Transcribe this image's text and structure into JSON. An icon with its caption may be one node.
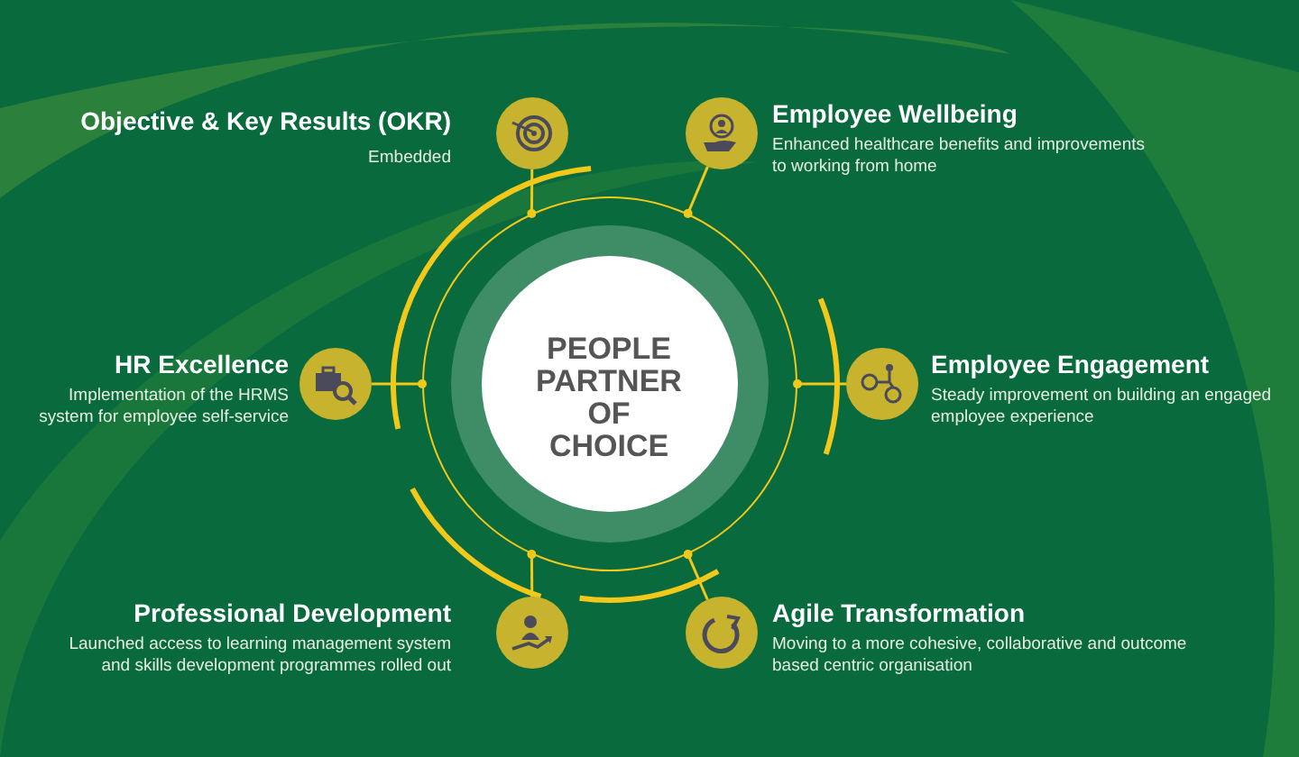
{
  "diagram": {
    "nodes": [
      {
        "text": [
          "PEOPLE PARTNER OF CHOICE"
        ]
      },
      {
        "text": [
          "Objective & Key Results (OKR)",
          "Embedded"
        ]
      },
      {
        "text": [
          "Employee Wellbeing",
          "Enhanced healthcare benefits and improvements to working from home"
        ]
      },
      {
        "text": [
          "HR Excellence",
          "Implementation of the HRMS system for employee self-service"
        ]
      },
      {
        "text": [
          "Employee Engagement",
          "Steady improvement on building an engaged employee experience"
        ]
      },
      {
        "text": [
          "Professional Development",
          "Launched access to learning management system and skills development programmes rolled out"
        ]
      },
      {
        "text": [
          "Agile Transformation",
          "Moving to a more cohesive, collaborative and outcome based centric organisation"
        ]
      }
    ],
    "edges": [
      {
        "from": 0,
        "to": 1,
        "arrow": "other"
      },
      {
        "from": 0,
        "to": 2,
        "arrow": "other"
      },
      {
        "from": 0,
        "to": 3,
        "arrow": "other"
      },
      {
        "from": 0,
        "to": 4,
        "arrow": "other"
      },
      {
        "from": 0,
        "to": 5,
        "arrow": "other"
      },
      {
        "from": 0,
        "to": 6,
        "arrow": "other"
      }
    ]
  }
}
